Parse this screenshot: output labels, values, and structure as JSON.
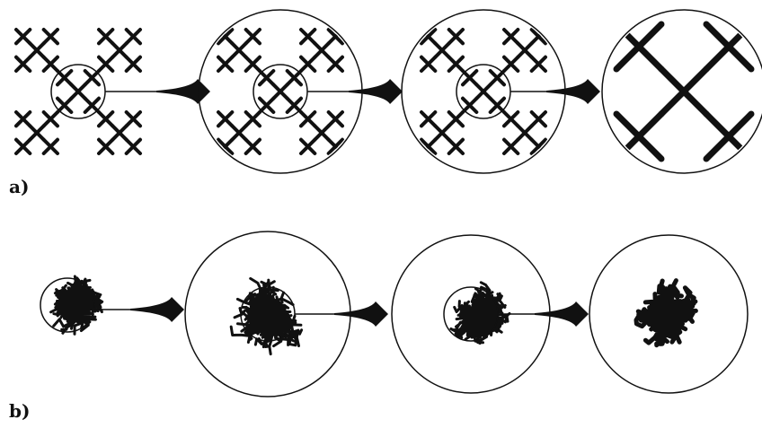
{
  "figure": {
    "panels": [
      {
        "id": "a",
        "label": "a)",
        "kind": "deterministic-fractal",
        "stages": 4,
        "arrows": 3
      },
      {
        "id": "b",
        "label": "b)",
        "kind": "random-fractal-cluster",
        "stages": 4,
        "arrows": 3
      }
    ],
    "colors": {
      "ink": "#111111",
      "background": "#ffffff"
    }
  }
}
